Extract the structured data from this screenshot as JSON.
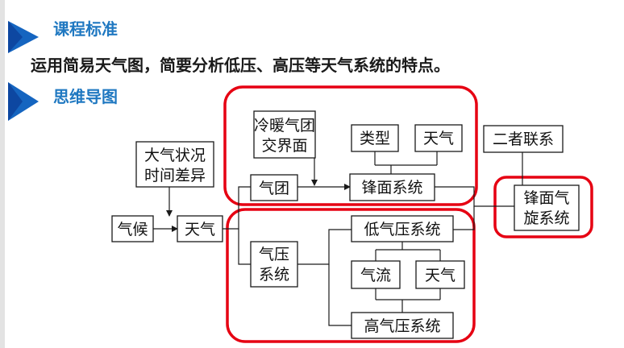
{
  "headings": {
    "course_standard": "课程标准",
    "mind_map": "思维导图"
  },
  "intro_text": "运用简易天气图，简要分析低压、高压等天气系统的特点。",
  "colors": {
    "heading_blue": "#1f78c1",
    "icon_blue": "#1565c0",
    "highlight_red": "#e60012"
  },
  "icons": [
    "play-triangle-icon",
    "play-triangle-icon"
  ],
  "mindmap": {
    "nodes": {
      "atmosphere_diff": [
        "大气状况",
        "时间差异"
      ],
      "climate": "气候",
      "weather_center": "天气",
      "front_meet": [
        "冷暖气团",
        "交界面"
      ],
      "air_mass": "气团",
      "front_system": "锋面系统",
      "front_type": "类型",
      "front_weather": "天气",
      "both_link": "二者联系",
      "cyclone": [
        "锋面气",
        "旋系统"
      ],
      "pressure_system": [
        "气压",
        "系统"
      ],
      "low_pressure": "低气压系统",
      "airflow": "气流",
      "pressure_weather": "天气",
      "high_pressure": "高气压系统"
    }
  }
}
